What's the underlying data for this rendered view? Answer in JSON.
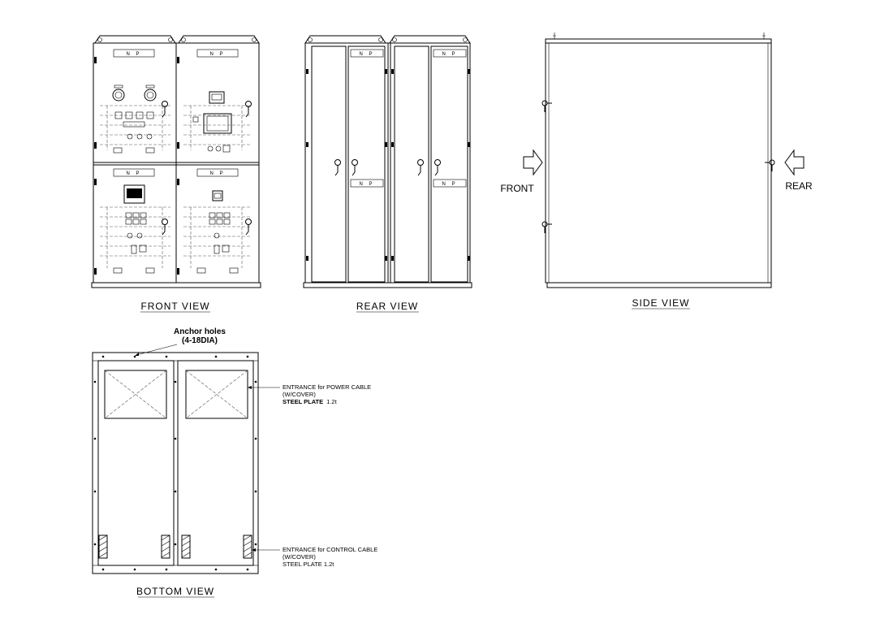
{
  "views": {
    "front": "FRONT VIEW",
    "rear": "REAR VIEW",
    "side": "SIDE VIEW",
    "bottom": "BOTTOM VIEW"
  },
  "nameplate": "N P",
  "side_labels": {
    "front": "FRONT",
    "rear": "REAR"
  },
  "anchor": {
    "line1": "Anchor holes",
    "line2": "(4-18DIA)"
  },
  "power_entrance": {
    "line1": "ENTRANCE for POWER CABLE",
    "line2": "(W/COVER)",
    "line3_bold": "STEEL PLATE",
    "line3_rest": "1.2t"
  },
  "control_entrance": {
    "line1": "ENTRANCE for CONTROL CABLE",
    "line2": "(W/COVER)",
    "line3": "STEEL PLATE  1.2t"
  }
}
